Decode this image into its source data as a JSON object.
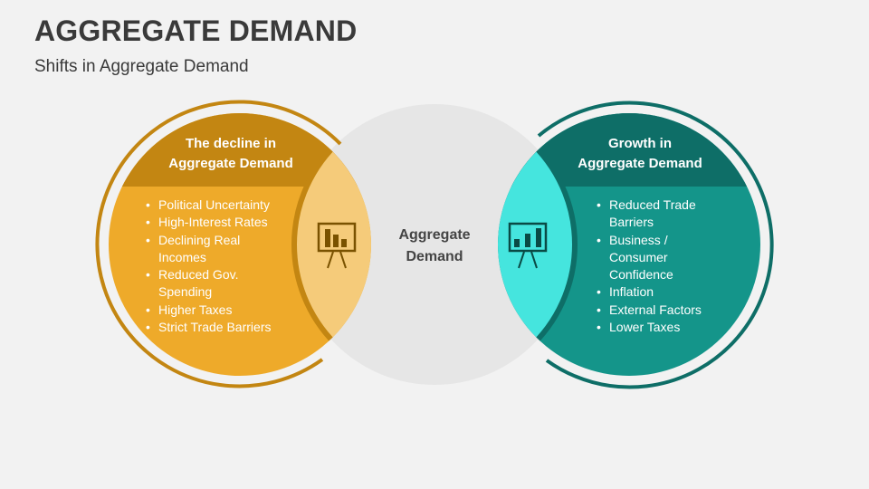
{
  "title": "AGGREGATE DEMAND",
  "subtitle": "Shifts in Aggregate Demand",
  "center": {
    "line1": "Aggregate",
    "line2": "Demand"
  },
  "left": {
    "header_line1": "The decline in",
    "header_line2": "Aggregate Demand",
    "items": [
      "Political Uncertainty",
      "High-Interest Rates",
      "Declining Real Incomes",
      "Reduced Gov. Spending",
      "Higher Taxes",
      "Strict Trade Barriers"
    ],
    "icon": "presentation-chart-decreasing-icon"
  },
  "right": {
    "header_line1": "Growth in",
    "header_line2": "Aggregate Demand",
    "items": [
      "Reduced Trade Barriers",
      "Business / Consumer Confidence",
      "Inflation",
      "External Factors",
      "Lower Taxes"
    ],
    "icon": "presentation-chart-increasing-icon"
  },
  "colors": {
    "orange": "#EEAA2A",
    "orange_dark": "#C38612",
    "orange_light": "#F5CB7A",
    "teal": "#14958A",
    "teal_dark": "#0E6E67",
    "teal_light": "#45E5DE",
    "gray": "#E6E6E6"
  }
}
